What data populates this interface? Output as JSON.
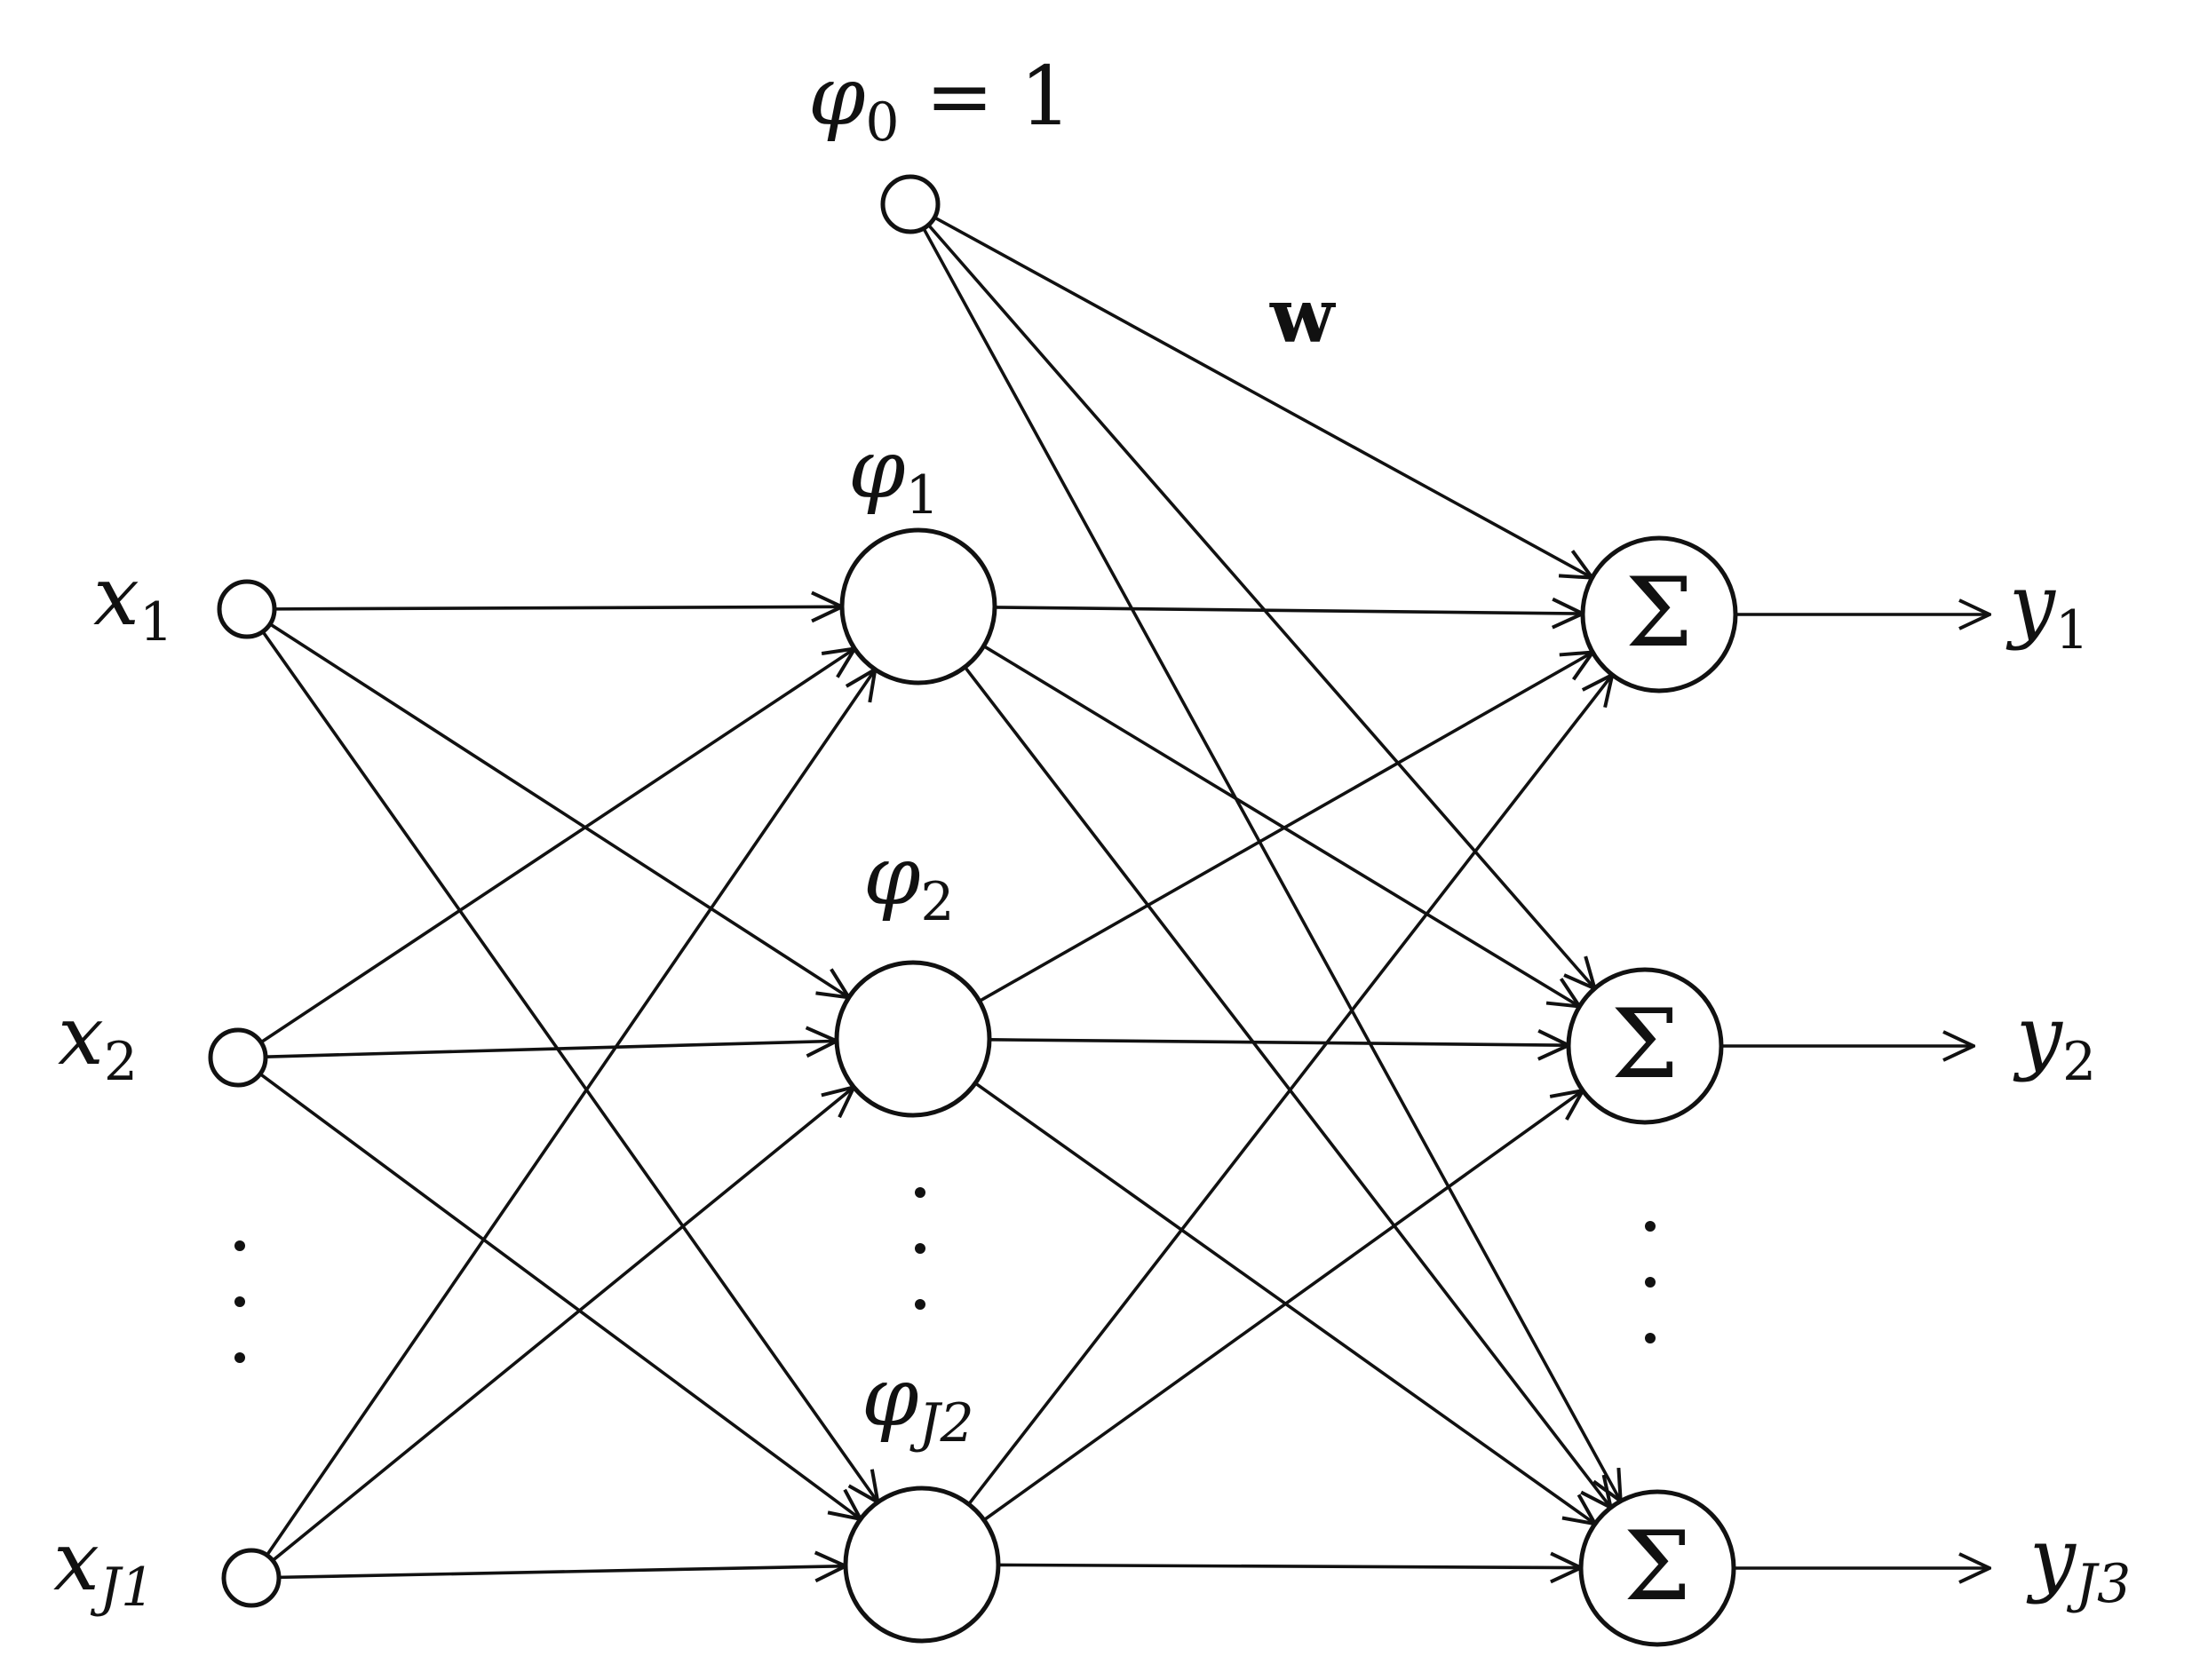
{
  "bias": {
    "symbol": "φ",
    "sub": "0",
    "rest": " = 1"
  },
  "weight_label": "w",
  "inputs": [
    {
      "symbol": "x",
      "sub": "1"
    },
    {
      "symbol": "x",
      "sub": "2"
    },
    {
      "symbol": "x",
      "sub": "J1"
    }
  ],
  "hidden": [
    {
      "symbol": "φ",
      "sub": "1"
    },
    {
      "symbol": "φ",
      "sub": "2"
    },
    {
      "symbol": "φ",
      "sub": "J2"
    }
  ],
  "sum_symbol": "Σ",
  "outputs": [
    {
      "symbol": "y",
      "sub": "1"
    },
    {
      "symbol": "y",
      "sub": "2"
    },
    {
      "symbol": "y",
      "sub": "J3"
    }
  ],
  "colors": {
    "stroke": "#111111",
    "background": "#ffffff"
  }
}
